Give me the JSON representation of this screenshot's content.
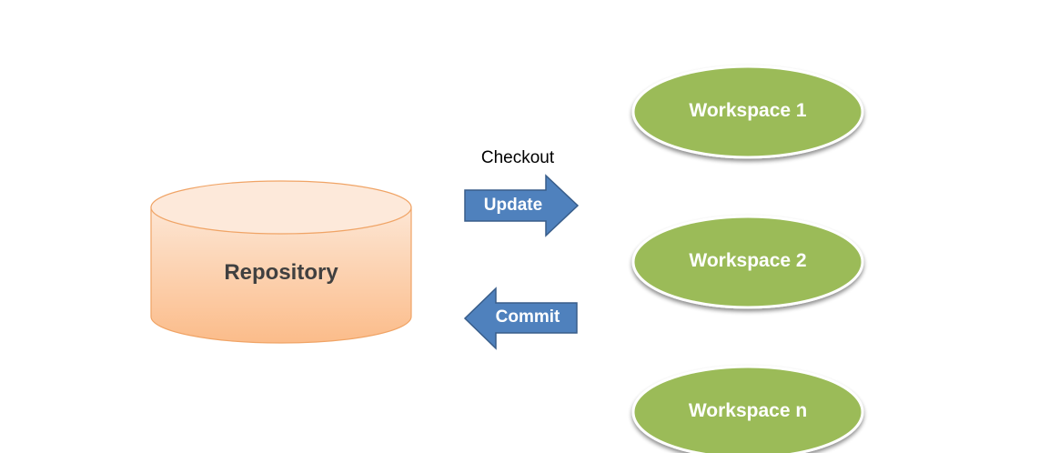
{
  "repository": {
    "label": "Repository"
  },
  "checkout": {
    "label": "Checkout"
  },
  "arrows": {
    "update_label": "Update",
    "commit_label": "Commit"
  },
  "workspaces": [
    {
      "label": "Workspace 1"
    },
    {
      "label": "Workspace 2"
    },
    {
      "label": "Workspace n"
    }
  ],
  "colors": {
    "repository_fill_top": "#fde4d0",
    "repository_fill_bottom": "#fbbf8f",
    "repository_stroke": "#f2a060",
    "arrow_fill": "#4f81bd",
    "arrow_stroke": "#385d8a",
    "workspace_fill": "#9bbb59",
    "workspace_stroke": "#ffffff"
  }
}
